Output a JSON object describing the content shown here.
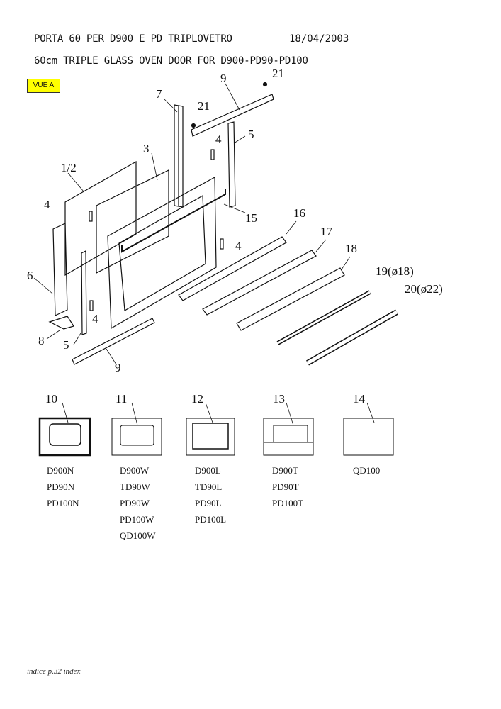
{
  "header": {
    "title_it": "PORTA 60 PER D900 E PD TRIPLOVETRO",
    "date": "18/04/2003",
    "title_en": "60cm TRIPLE GLASS OVEN DOOR FOR D900-PD90-PD100"
  },
  "view_badge": "VUE A",
  "callouts": {
    "c1_2": "1/2",
    "c3": "3",
    "c4a": "4",
    "c4b": "4",
    "c4c": "4",
    "c4d": "4",
    "c5a": "5",
    "c5b": "5",
    "c6": "6",
    "c7": "7",
    "c8": "8",
    "c9a": "9",
    "c9b": "9",
    "c15": "15",
    "c16": "16",
    "c17": "17",
    "c18": "18",
    "c19": "19(ø18)",
    "c20": "20(ø22)",
    "c21a": "21",
    "c21b": "21"
  },
  "variants": [
    {
      "num": "10",
      "models": [
        "D900N",
        "PD90N",
        "PD100N"
      ]
    },
    {
      "num": "11",
      "models": [
        "D900W",
        "TD90W",
        "PD90W",
        "PD100W",
        "QD100W"
      ]
    },
    {
      "num": "12",
      "models": [
        "D900L",
        "TD90L",
        "PD90L",
        "PD100L"
      ]
    },
    {
      "num": "13",
      "models": [
        "D900T",
        "PD90T",
        "PD100T"
      ]
    },
    {
      "num": "14",
      "models": [
        "QD100"
      ]
    }
  ],
  "footer": "indice p.32 index"
}
